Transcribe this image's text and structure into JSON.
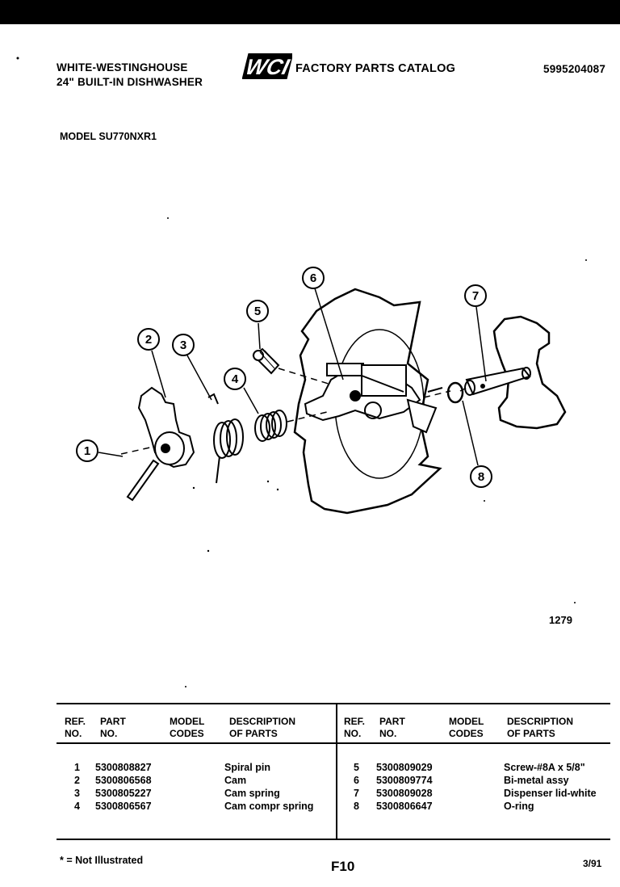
{
  "header": {
    "brand_line1": "WHITE-WESTINGHOUSE",
    "brand_line2": "24\" BUILT-IN DISHWASHER",
    "logo_text": "WCI",
    "catalog_title": "FACTORY PARTS CATALOG",
    "catalog_number": "5995204087",
    "model": "MODEL SU770NXR1"
  },
  "diagram": {
    "figure_number": "1279",
    "callouts": [
      "1",
      "2",
      "3",
      "4",
      "5",
      "6",
      "7",
      "8"
    ]
  },
  "parts_table": {
    "headers": {
      "ref_line1": "REF.",
      "ref_line2": "NO.",
      "part_line1": "PART",
      "part_line2": "NO.",
      "model_line1": "MODEL",
      "model_line2": "CODES",
      "desc_line1": "DESCRIPTION",
      "desc_line2": "OF PARTS"
    },
    "left": [
      {
        "ref": "1",
        "part": "5300808827",
        "desc": "Spiral pin"
      },
      {
        "ref": "2",
        "part": "5300806568",
        "desc": "Cam"
      },
      {
        "ref": "3",
        "part": "5300805227",
        "desc": "Cam spring"
      },
      {
        "ref": "4",
        "part": "5300806567",
        "desc": "Cam compr spring"
      }
    ],
    "right": [
      {
        "ref": "5",
        "part": "5300809029",
        "desc": "Screw-#8A x 5/8\""
      },
      {
        "ref": "6",
        "part": "5300809774",
        "desc": "Bi-metal assy"
      },
      {
        "ref": "7",
        "part": "5300809028",
        "desc": "Dispenser lid-white"
      },
      {
        "ref": "8",
        "part": "5300806647",
        "desc": "O-ring"
      }
    ]
  },
  "footer": {
    "footnote": "* = Not Illustrated",
    "page": "F10",
    "date": "3/91"
  }
}
